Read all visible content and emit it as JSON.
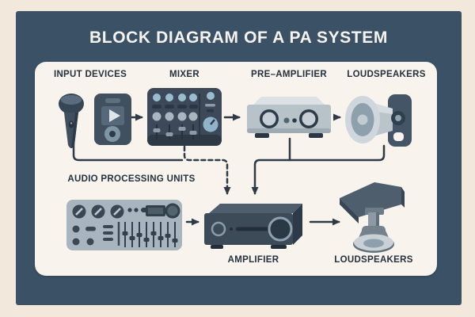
{
  "title": "BLOCK DIAGRAM OF A PA SYSTEM",
  "blocks": {
    "input_devices": {
      "label": "INPUT DEVICES"
    },
    "mixer": {
      "label": "MIXER"
    },
    "pre_amplifier": {
      "label": "PRE–AMPLIFIER"
    },
    "loudspeakers_top": {
      "label": "LOUDSPEAKERS"
    },
    "audio_processing": {
      "label": "AUDIO PROCESSING UNITS"
    },
    "amplifier": {
      "label": "AMPLIFIER"
    },
    "loudspeakers_bottom": {
      "label": "LOUDSPEAKERS"
    }
  },
  "icons": {
    "input_devices": [
      "microphone-icon",
      "media-player-icon"
    ],
    "mixer": "mixer-icon",
    "pre_amplifier": "preamp-device-icon",
    "loudspeakers_top": "horn-speaker-icon",
    "audio_processing": "audio-processor-icon",
    "amplifier": "amplifier-device-icon",
    "loudspeakers_bottom": "ceiling-speaker-icon"
  },
  "connections": [
    {
      "from": "input_devices",
      "to": "mixer",
      "style": "solid-arrow"
    },
    {
      "from": "mixer",
      "to": "pre_amplifier",
      "style": "solid-arrow"
    },
    {
      "from": "pre_amplifier",
      "to": "loudspeakers_top",
      "style": "solid-arrow"
    },
    {
      "from": "input_devices",
      "to": "amplifier",
      "style": "solid-then-dashed"
    },
    {
      "from": "mixer",
      "to": "amplifier",
      "style": "dashed-arrow"
    },
    {
      "from": "pre_amplifier",
      "to": "amplifier",
      "style": "solid-arrow"
    },
    {
      "from": "loudspeakers_top",
      "to": "amplifier",
      "style": "solid-arrow"
    },
    {
      "from": "audio_processing",
      "to": "amplifier",
      "style": "solid-arrow"
    },
    {
      "from": "amplifier",
      "to": "loudspeakers_bottom",
      "style": "solid-arrow"
    }
  ],
  "colors": {
    "background": "#f2e9dc",
    "panel": "#3b5266",
    "card": "#f8f3ec",
    "line": "#2e3b47",
    "label_text": "#24313e",
    "title_text": "#f6f3ee",
    "device_dark": "#3e4d5c",
    "device_silver": "#b7c2c9",
    "knob_blue": "#9abccf"
  }
}
